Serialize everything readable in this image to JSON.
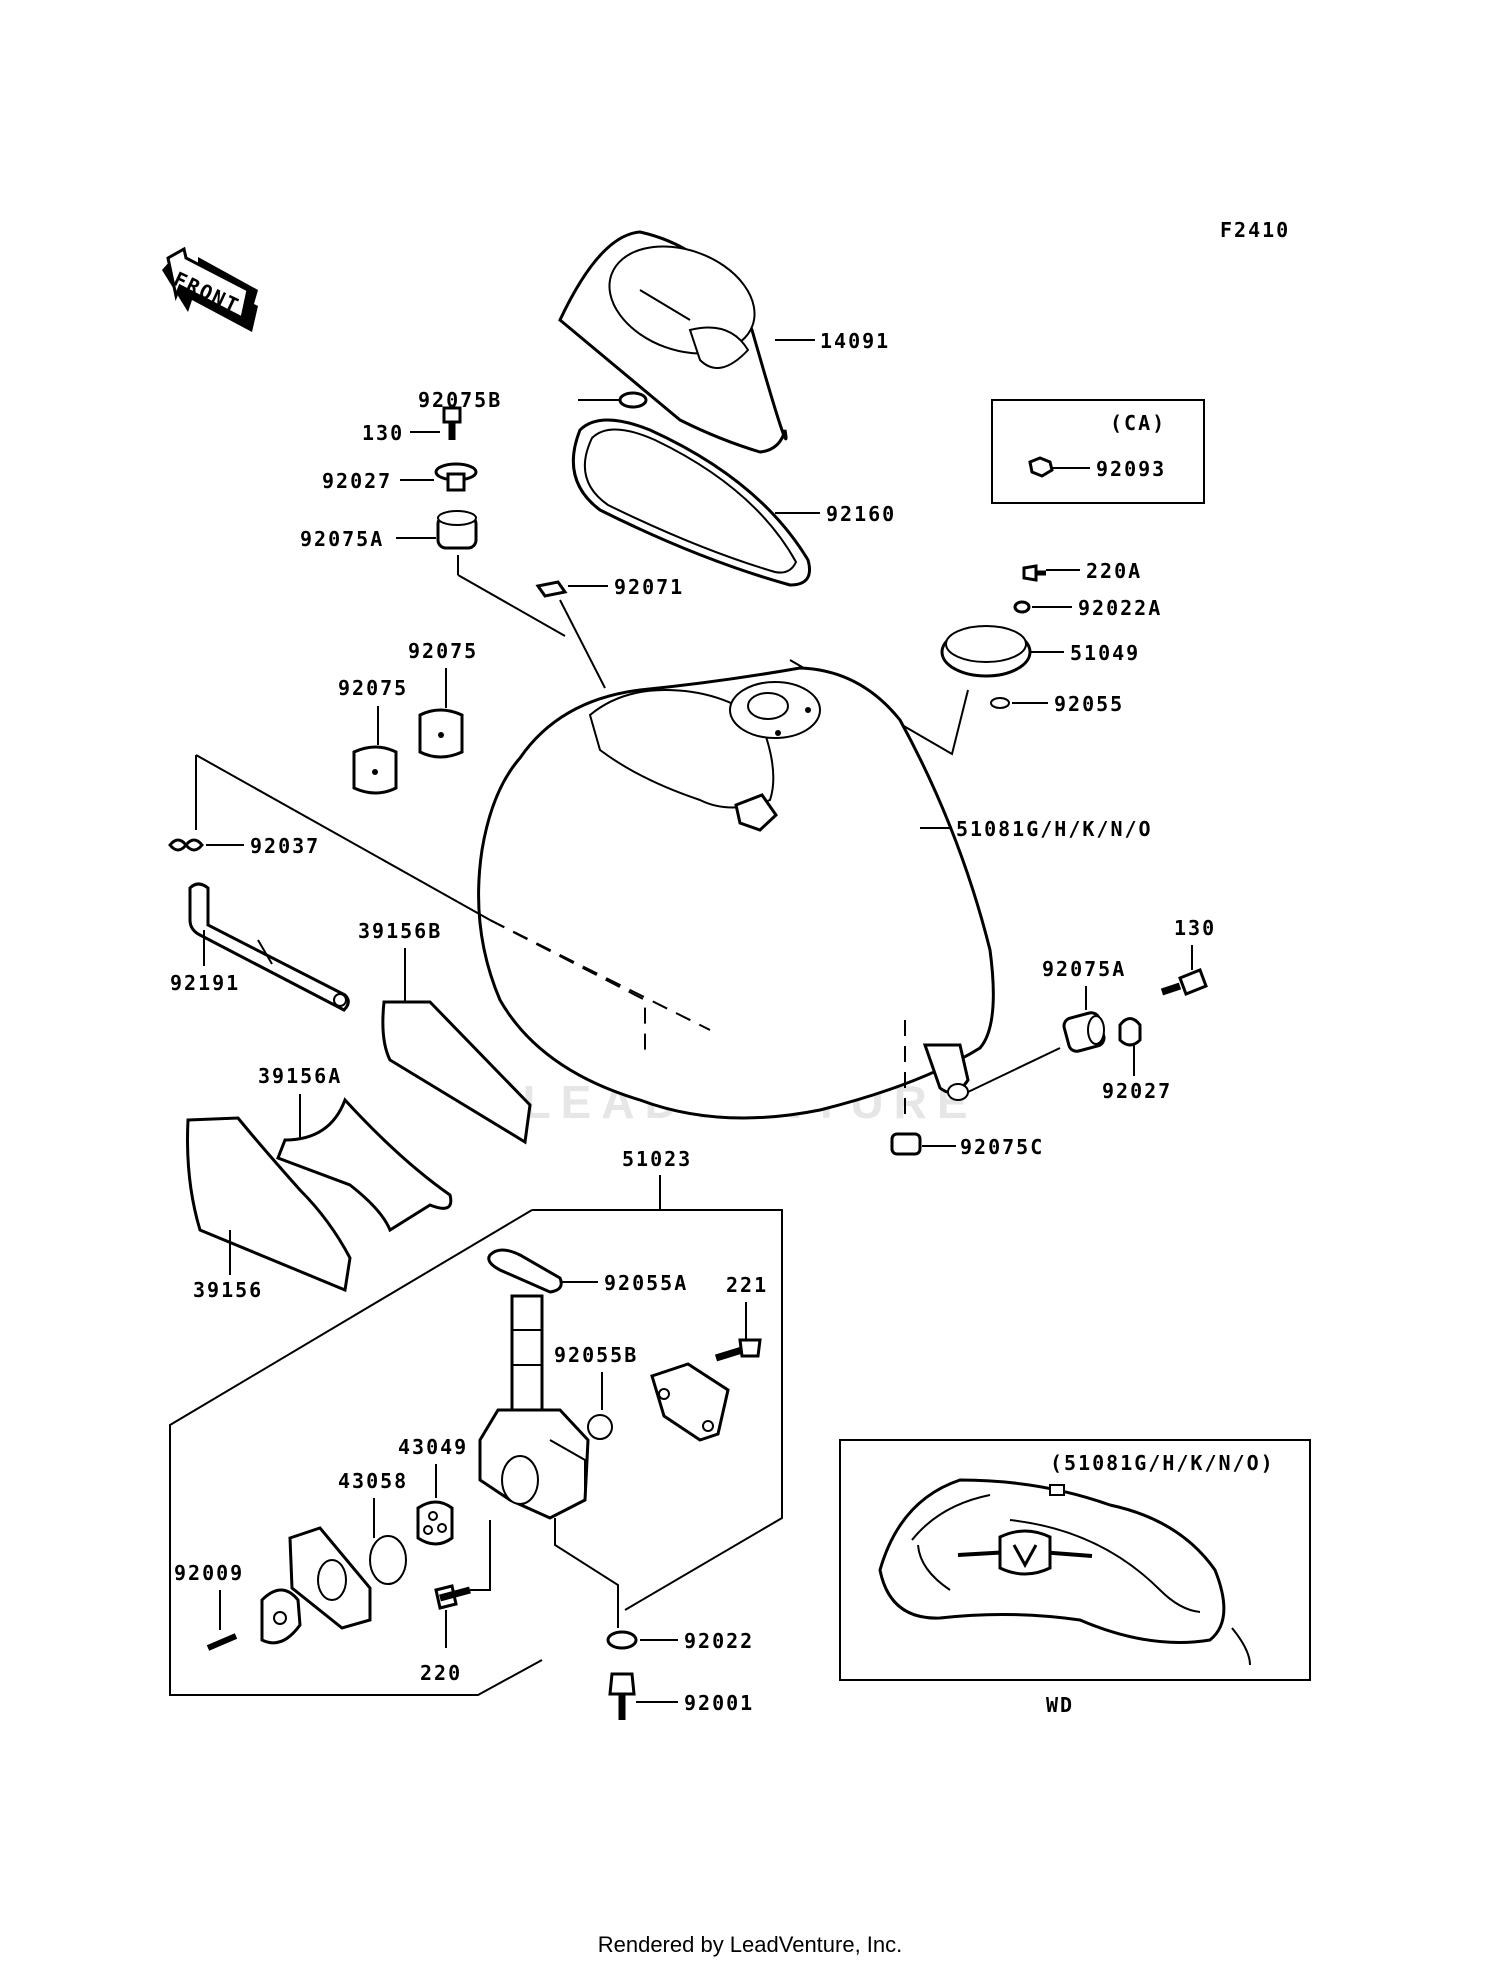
{
  "figure_code": "F2410",
  "front_label": "FRONT",
  "ca_box": {
    "title": "(CA)",
    "part": "92093"
  },
  "wd_box": {
    "title": "(51081G/H/K/N/O)",
    "caption": "WD"
  },
  "watermark": "LEADVENTURE",
  "footer": "Rendered by LeadVenture, Inc.",
  "callouts": {
    "p14091": "14091",
    "p92075B": "92075B",
    "p130_top": "130",
    "p92027_top": "92027",
    "p92075A_top": "92075A",
    "p92160": "92160",
    "p92071": "92071",
    "p220A": "220A",
    "p92022A": "92022A",
    "p51049": "51049",
    "p92055": "92055",
    "p92075_a": "92075",
    "p92075_b": "92075",
    "p92037": "92037",
    "p51081": "51081G/H/K/N/O",
    "p92191": "92191",
    "p39156B": "39156B",
    "p130_right": "130",
    "p92075A_right": "92075A",
    "p92027_right": "92027",
    "p39156A": "39156A",
    "p39156": "39156",
    "p92075C": "92075C",
    "p51023": "51023",
    "p92055A": "92055A",
    "p221": "221",
    "p92055B": "92055B",
    "p43049": "43049",
    "p43058": "43058",
    "p92009": "92009",
    "p220": "220",
    "p92022": "92022",
    "p92001": "92001"
  }
}
